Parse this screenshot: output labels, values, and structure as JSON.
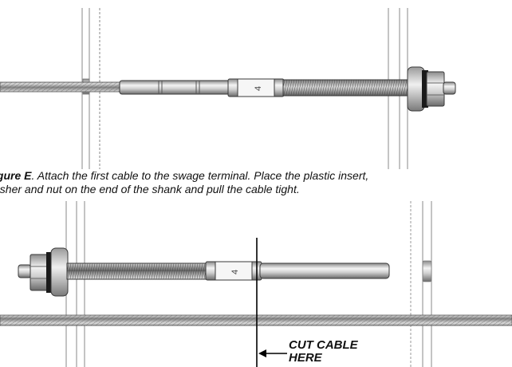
{
  "figure": {
    "caption_label": "igure E",
    "caption_line1": ". Attach the first cable to the swage terminal. Place the plastic insert,",
    "caption_line2": "asher and nut on the end of the shank and pull the cable tight.",
    "terminal_marking": "4"
  },
  "callout": {
    "line1": "CUT CABLE",
    "line2": "HERE"
  },
  "colors": {
    "metal_light": "#f2f2f2",
    "metal_mid": "#bdbdbd",
    "metal_dark": "#6e6e6e",
    "outline": "#3a3a3a",
    "washer_black": "#1a1a1a"
  }
}
